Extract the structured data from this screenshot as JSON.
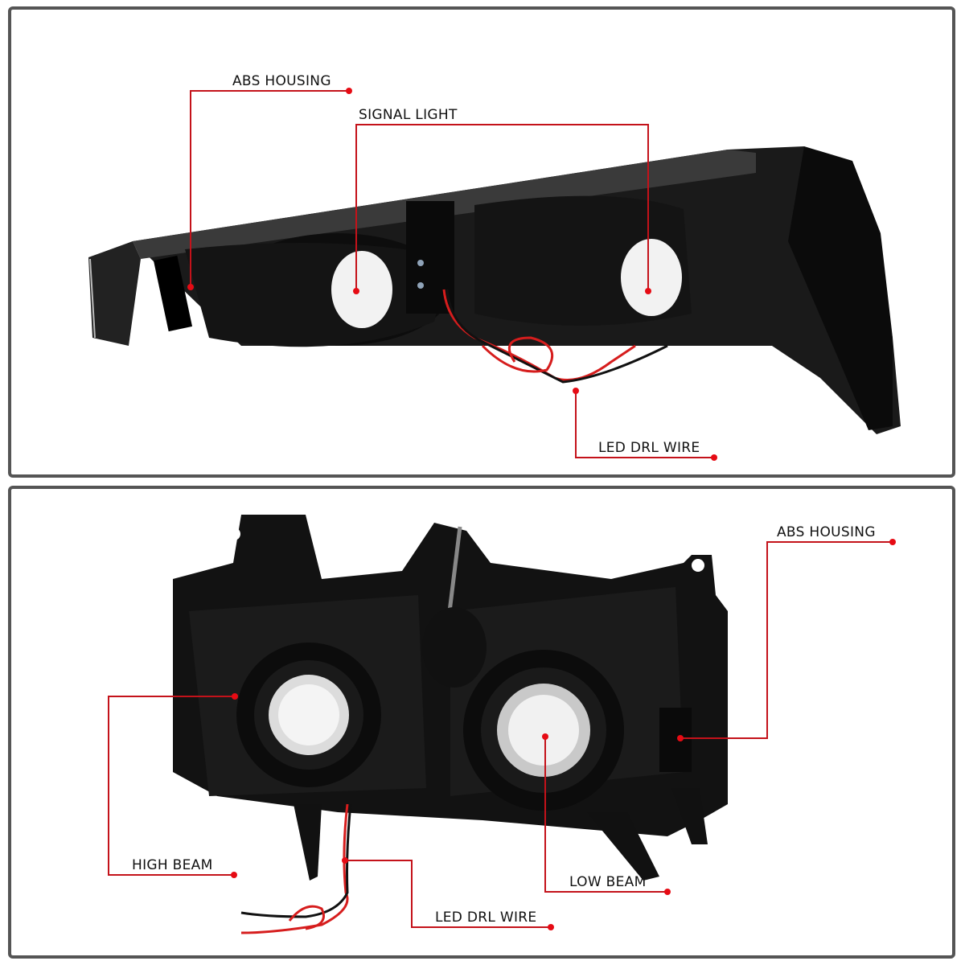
{
  "panels": [
    {
      "id": "top",
      "subject": "bumper signal light rear view",
      "callouts": [
        {
          "label": "ABS HOUSING"
        },
        {
          "label": "SIGNAL LIGHT"
        },
        {
          "label": "LED DRL WIRE"
        }
      ]
    },
    {
      "id": "bottom",
      "subject": "headlight rear view",
      "callouts": [
        {
          "label": "ABS HOUSING"
        },
        {
          "label": "HIGH BEAM"
        },
        {
          "label": "LOW BEAM"
        },
        {
          "label": "LED DRL WIRE"
        }
      ]
    }
  ],
  "colors": {
    "frame": "#555555",
    "callout_line": "#c4121a",
    "callout_dot": "#e60b14",
    "housing": "#111111"
  }
}
